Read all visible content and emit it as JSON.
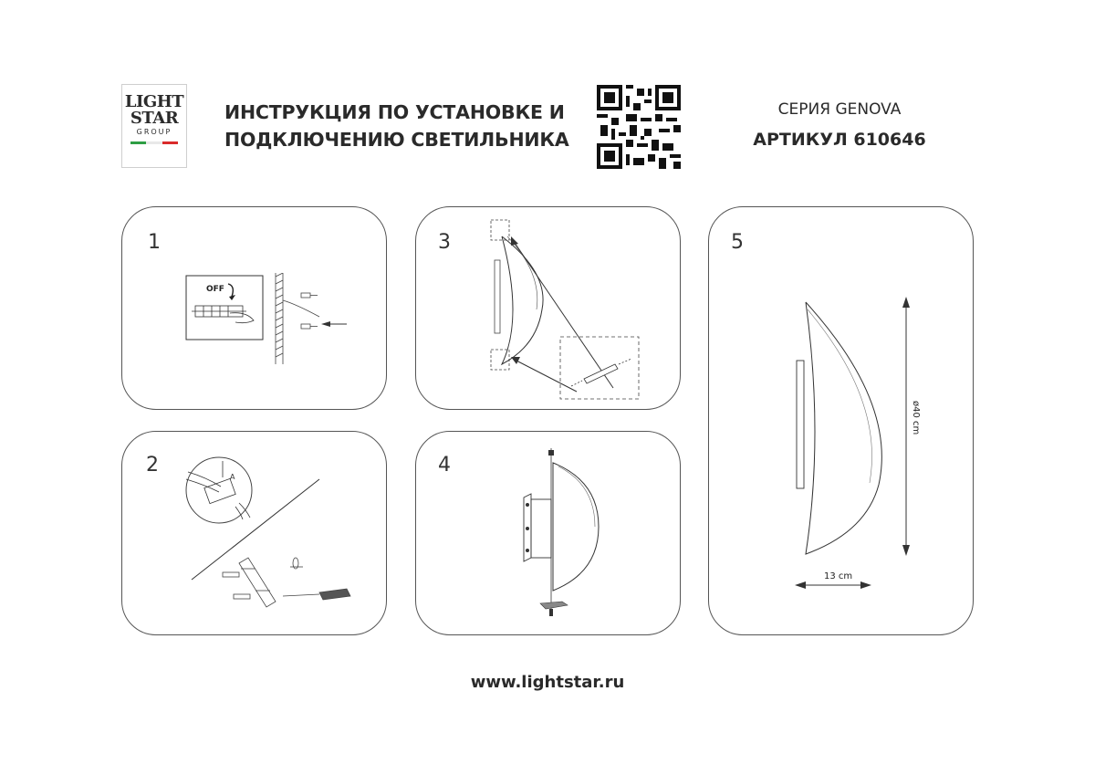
{
  "logo": {
    "line1": "LIGHT",
    "line2": "STAR",
    "line3": "GROUP",
    "flag_colors": [
      "#2e9e44",
      "#ffffff",
      "#d92b2b"
    ]
  },
  "header": {
    "title_line1": "ИНСТРУКЦИЯ ПО УСТАНОВКЕ И",
    "title_line2": "ПОДКЛЮЧЕНИЮ СВЕТИЛЬНИКА",
    "series": "СЕРИЯ GENOVA",
    "article": "АРТИКУЛ 610646"
  },
  "steps": [
    {
      "number": "1",
      "switch_label": "OFF"
    },
    {
      "number": "2",
      "callout_label": "A"
    },
    {
      "number": "3"
    },
    {
      "number": "4"
    },
    {
      "number": "5",
      "dimension_height": "ø40 cm",
      "dimension_width": "13 cm"
    }
  ],
  "footer": {
    "website": "www.lightstar.ru"
  }
}
